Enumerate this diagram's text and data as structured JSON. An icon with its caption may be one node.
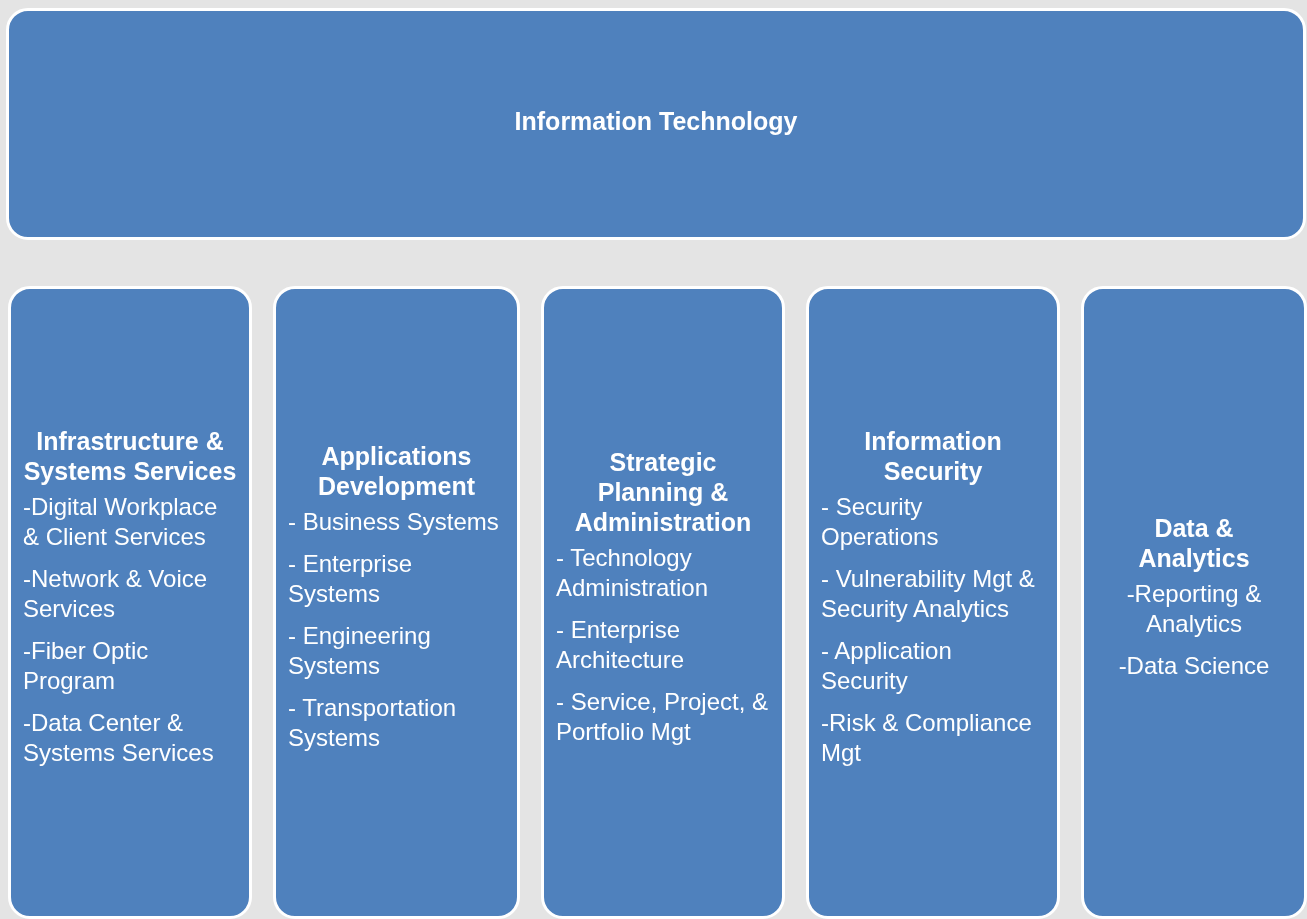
{
  "diagram": {
    "nodes": [
      {
        "text": [
          "Information Technology"
        ]
      },
      {
        "text": [
          "Infrastructure & Systems Services",
          "-Digital Workplace & Client Services",
          "-Network & Voice Services",
          "-Fiber Optic Program",
          "-Data Center & Systems Services"
        ]
      },
      {
        "text": [
          "Applications Development",
          "- Business Systems",
          "- Enterprise Systems",
          "- Engineering Systems",
          "- Transportation Systems"
        ]
      },
      {
        "text": [
          "Strategic Planning & Administration",
          "- Technology Administration",
          "- Enterprise Architecture",
          "- Service, Project, & Portfolio Mgt"
        ]
      },
      {
        "text": [
          "Information Security",
          "- Security Operations",
          "- Vulnerability Mgt & Security Analytics",
          "- Application Security",
          "-Risk & Compliance Mgt"
        ]
      },
      {
        "text": [
          "Data & Analytics",
          "-Reporting & Analytics",
          "-Data Science"
        ]
      }
    ],
    "edges": []
  }
}
